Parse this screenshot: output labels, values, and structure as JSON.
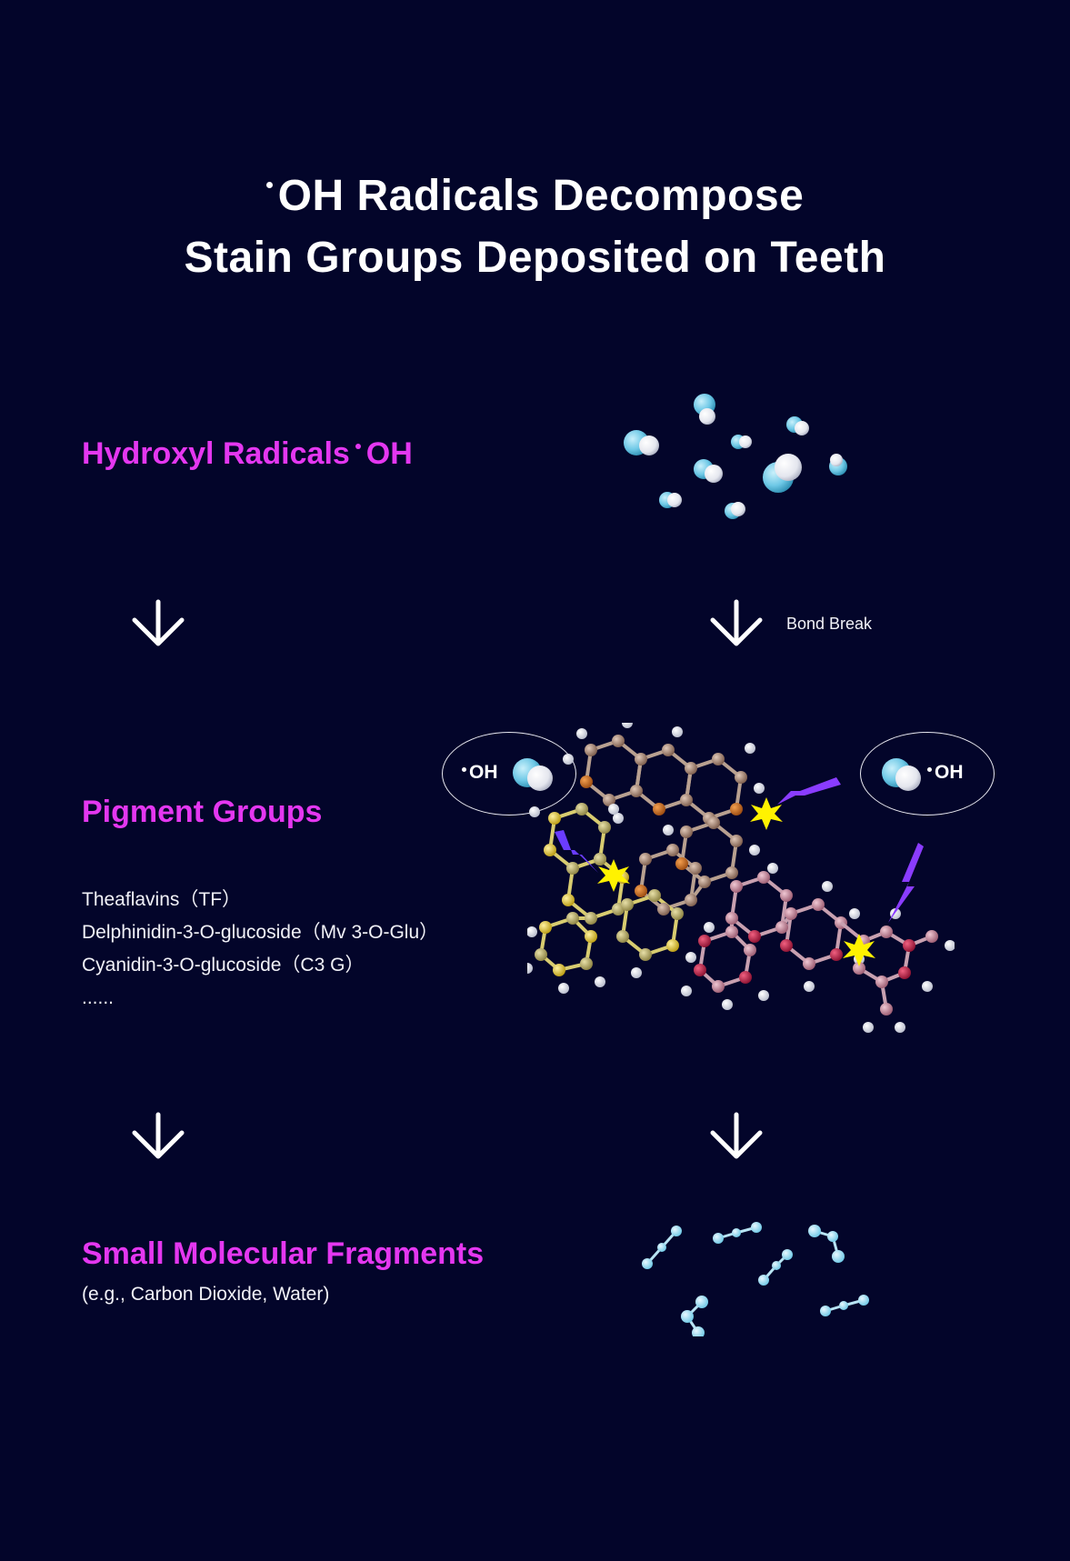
{
  "title": {
    "line1": "OH Radicals Decompose",
    "line2": "Stain Groups Deposited on Teeth"
  },
  "hydroxyl": {
    "label": "Hydroxyl Radicals",
    "suffix": "OH"
  },
  "bond_break": {
    "label": "Bond Break"
  },
  "pigment": {
    "heading": "Pigment Groups",
    "items": [
      "Theaflavins（TF）",
      "Delphinidin-3-O-glucoside（Mv 3-O-Glu）",
      "Cyanidin-3-O-glucoside（C3 G）",
      "......"
    ]
  },
  "bubbles": {
    "left": "OH",
    "right": "OH"
  },
  "fragments": {
    "heading": "Small Molecular Fragments",
    "subtext": "(e.g., Carbon Dioxide, Water)"
  },
  "colors": {
    "background": "#03052a",
    "accent": "#e437f0",
    "text": "#ffffff",
    "molecule_blue": "#6ec8e6",
    "spark": "#fff200",
    "lightning": "#8a3cff"
  },
  "icons": {
    "arrows": "arrow-down-icon",
    "radical": "oh-molecule-icon",
    "spark": "spark-icon",
    "lightning": "lightning-icon"
  }
}
